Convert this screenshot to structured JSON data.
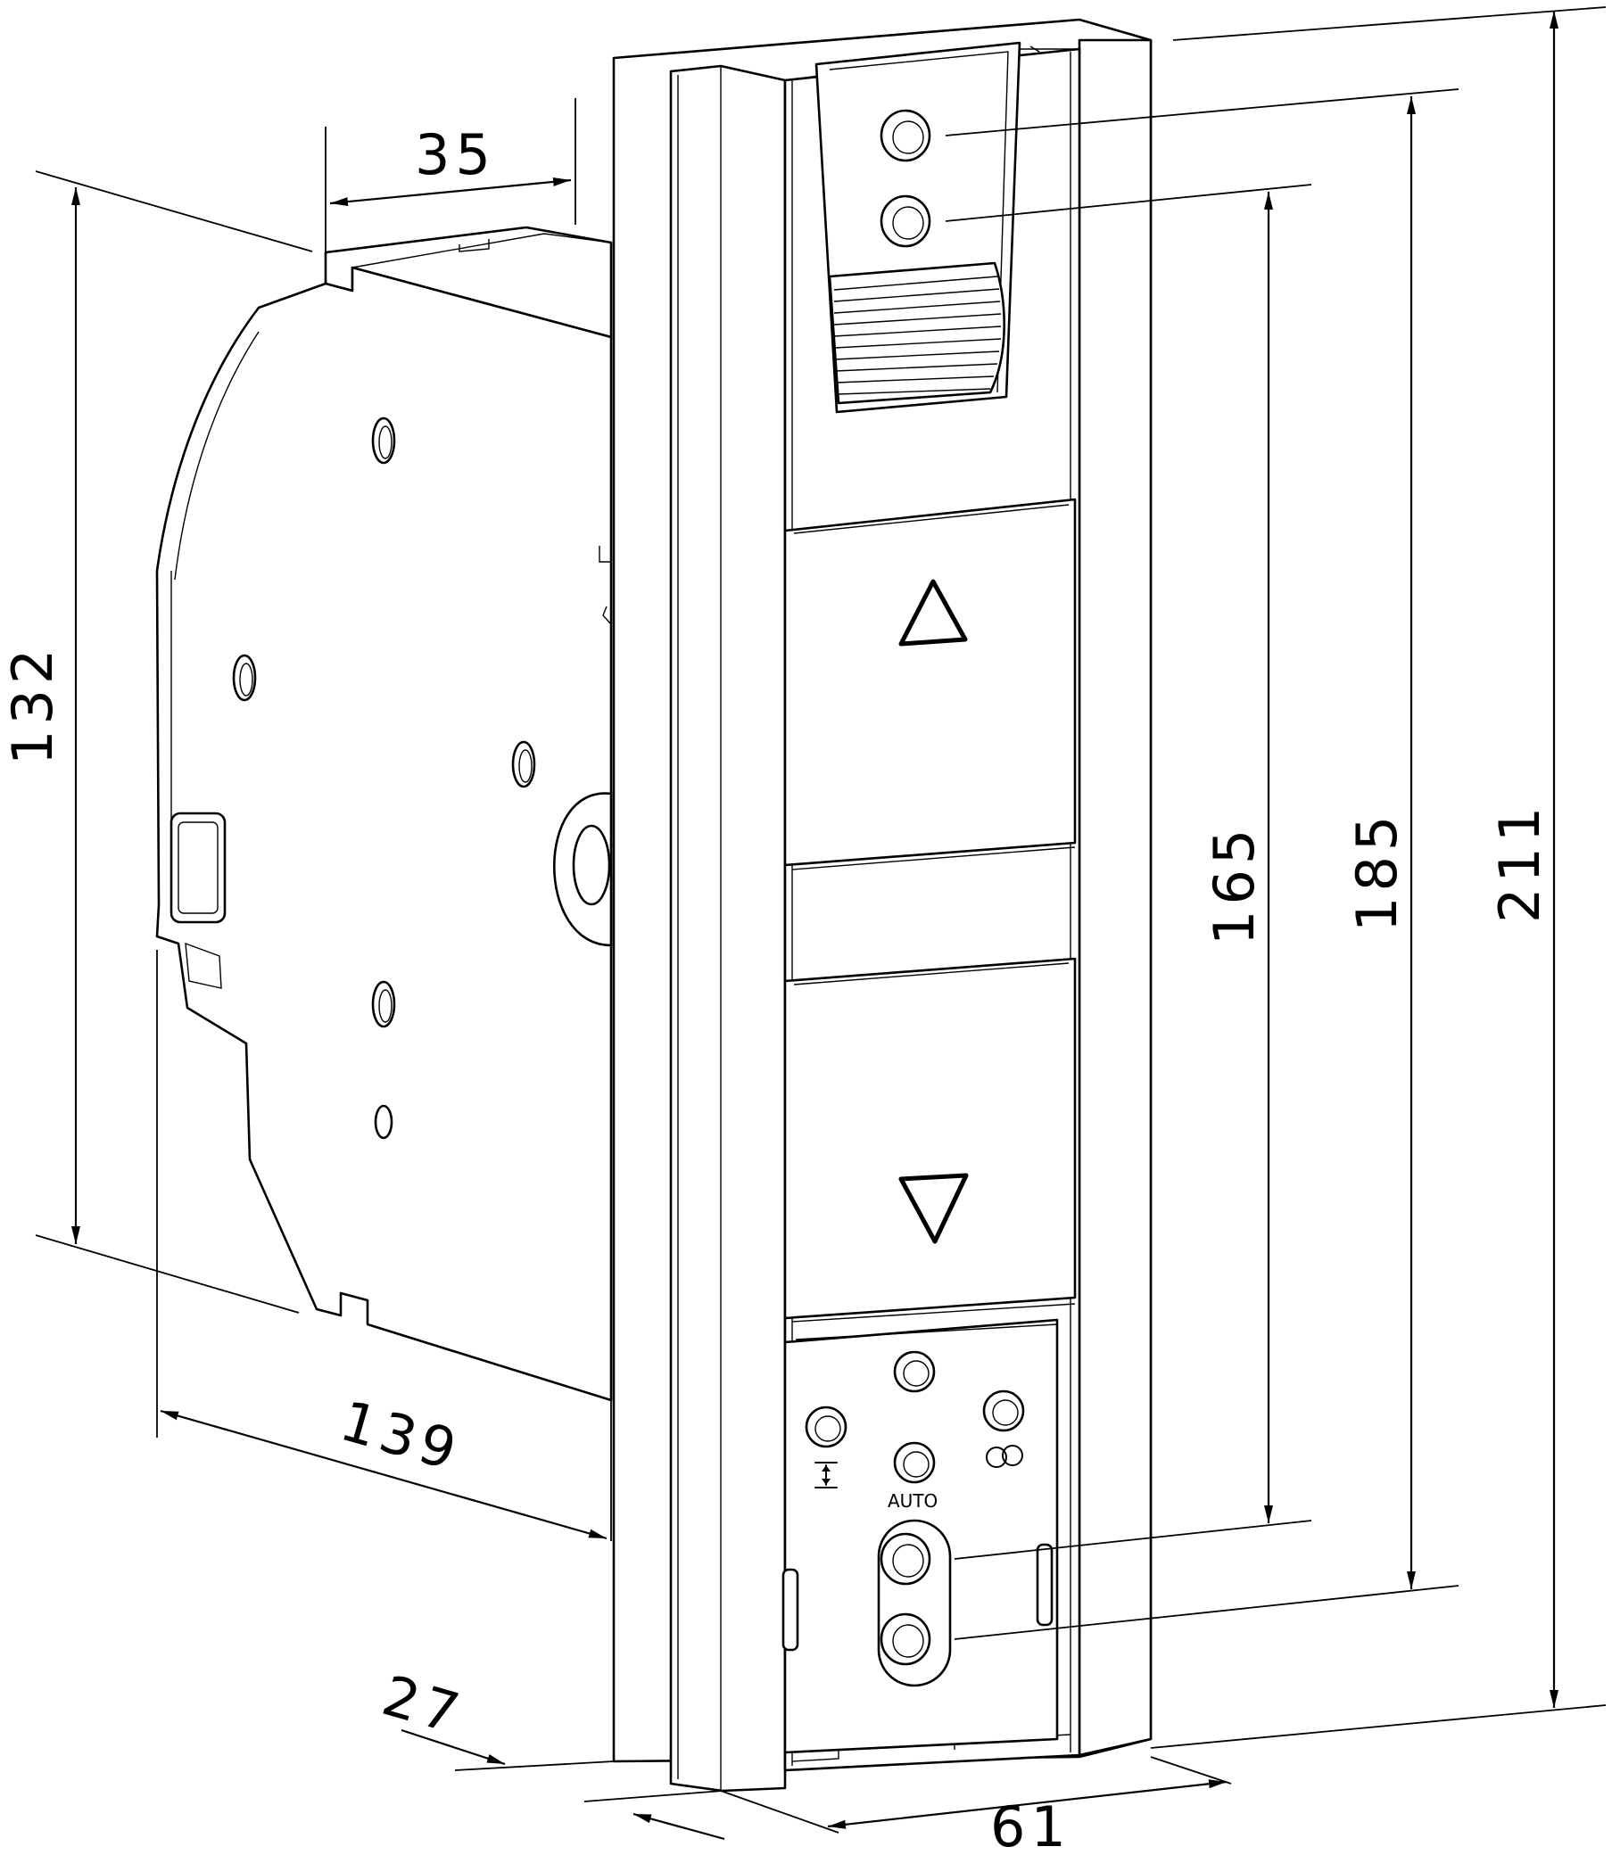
{
  "dimensions": {
    "depth_top": "35",
    "height_body": "132",
    "depth_bottom": "139",
    "frame_depth": "27",
    "width": "61",
    "dist_165": "165",
    "dist_185": "185",
    "total_height": "211"
  },
  "labels": {
    "auto": "AUTO"
  },
  "icons": {
    "up": "triangle-up-icon",
    "down": "triangle-down-icon",
    "limit": "limit-position-icon",
    "clock": "clock-mode-icon"
  }
}
